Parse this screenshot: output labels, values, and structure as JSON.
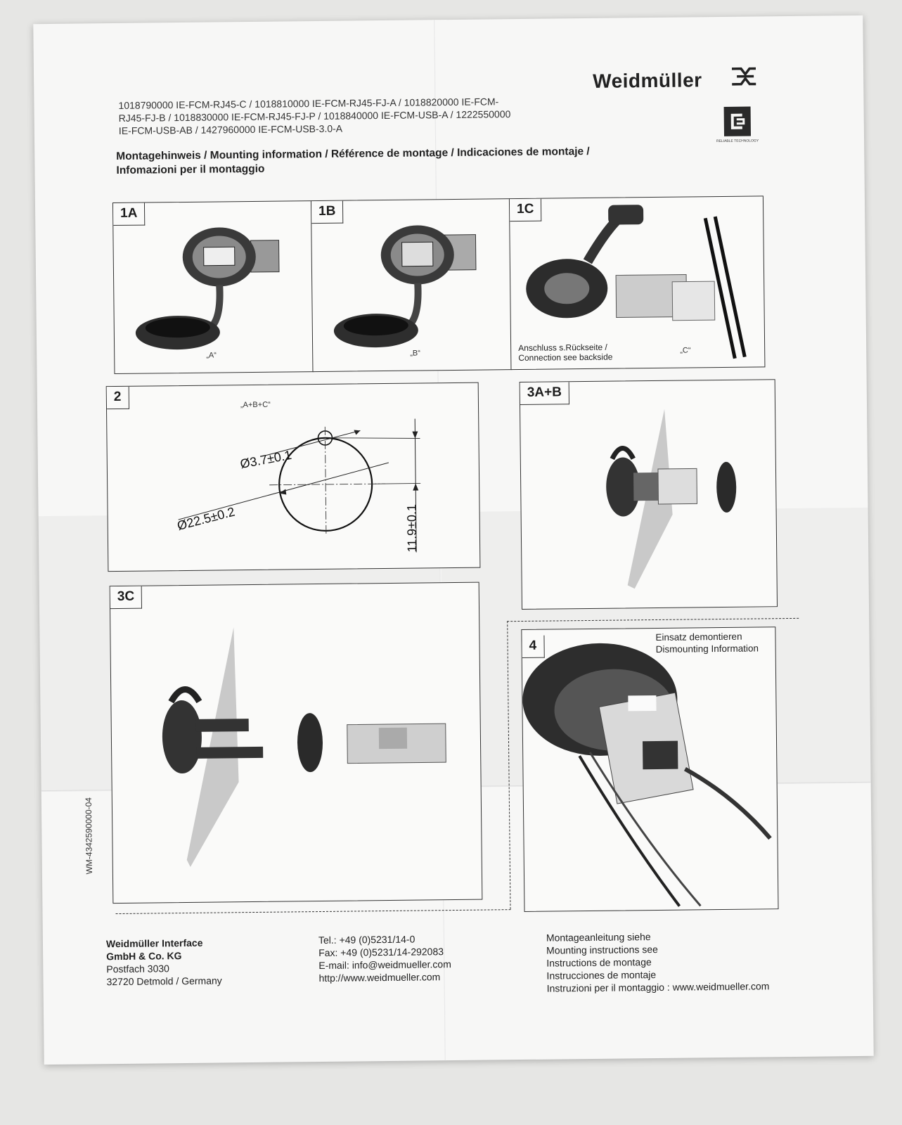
{
  "header": {
    "brand": "Weidmüller",
    "steadytec_sub": "RELIABLE TECHNOLOGY",
    "product_lines": [
      "1018790000 IE-FCM-RJ45-C / 1018810000 IE-FCM-RJ45-FJ-A / 1018820000 IE-FCM-",
      "RJ45-FJ-B / 1018830000 IE-FCM-RJ45-FJ-P / 1018840000 IE-FCM-USB-A / 1222550000",
      "IE-FCM-USB-AB / 1427960000 IE-FCM-USB-3.0-A"
    ],
    "heading_lines": [
      "Montagehinweis / Mounting information / Référence de montage / Indicaciones de montaje /",
      "Infomazioni per il montaggio"
    ]
  },
  "panels": {
    "p1a": {
      "label": "1A",
      "caption": "„A“"
    },
    "p1b": {
      "label": "1B",
      "caption": "„B“"
    },
    "p1c": {
      "label": "1C",
      "caption": "„C“",
      "note_lines": [
        "Anschluss s.Rückseite /",
        "Connection see backside"
      ]
    },
    "p2": {
      "label": "2",
      "caption": "„A+B+C“",
      "dim_hole": "Ø3.7±0.1",
      "dim_bore": "Ø22.5±0.2",
      "dim_offset": "11.9±0.1"
    },
    "p3ab": {
      "label": "3A+B"
    },
    "p3c": {
      "label": "3C"
    },
    "p4": {
      "label": "4",
      "note_lines": [
        "Einsatz demontieren",
        "Dismounting Information"
      ]
    }
  },
  "doc_number": "WM-4342590000-04",
  "footer": {
    "company_lines": [
      "Weidmüller Interface",
      "GmbH & Co. KG",
      "Postfach 3030",
      "32720 Detmold / Germany"
    ],
    "contact_lines": [
      "Tel.: +49 (0)5231/14-0",
      "Fax: +49 (0)5231/14-292083",
      "E-mail: info@weidmueller.com",
      "http://www.weidmueller.com"
    ],
    "instruction_lines": [
      "Montageanleitung siehe",
      "Mounting instructions see",
      "Instructions de montage",
      "Instrucciones de montaje",
      "Instruzioni per il montaggio : www.weidmueller.com"
    ]
  }
}
